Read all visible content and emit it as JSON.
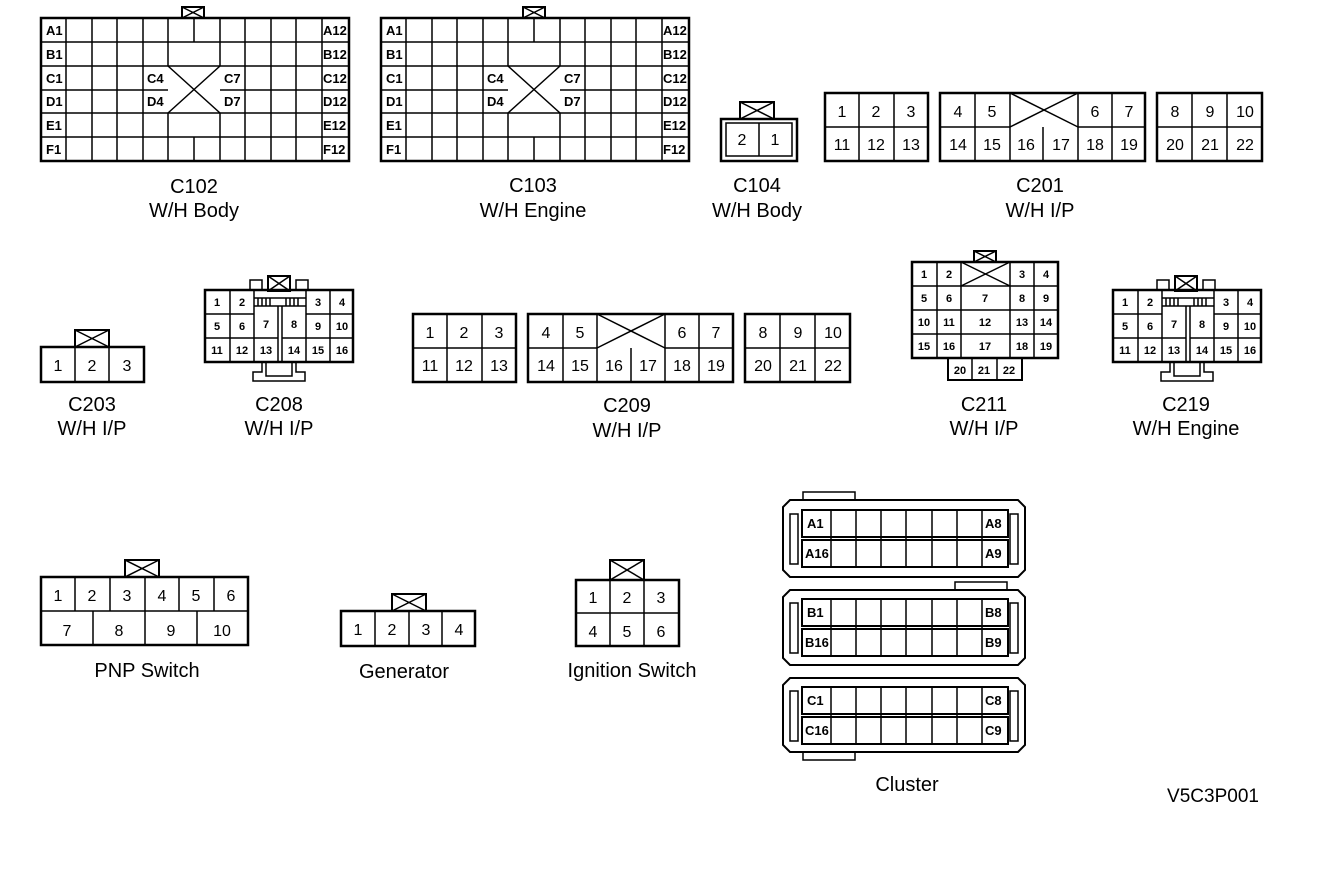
{
  "connectors": {
    "c102": {
      "id": "C102",
      "desc": "W/H Body",
      "pins": {
        "a1": "A1",
        "b1": "B1",
        "c1": "C1",
        "d1": "D1",
        "e1": "E1",
        "f1": "F1",
        "a12": "A12",
        "b12": "B12",
        "c12": "C12",
        "d12": "D12",
        "e12": "E12",
        "f12": "F12",
        "c4": "C4",
        "d4": "D4",
        "c7": "C7",
        "d7": "D7"
      }
    },
    "c103": {
      "id": "C103",
      "desc": "W/H Engine",
      "pins": {
        "a1": "A1",
        "b1": "B1",
        "c1": "C1",
        "d1": "D1",
        "e1": "E1",
        "f1": "F1",
        "a12": "A12",
        "b12": "B12",
        "c12": "C12",
        "d12": "D12",
        "e12": "E12",
        "f12": "F12",
        "c4": "C4",
        "d4": "D4",
        "c7": "C7",
        "d7": "D7"
      }
    },
    "c104": {
      "id": "C104",
      "desc": "W/H Body",
      "pins": [
        "2",
        "1"
      ]
    },
    "c201": {
      "id": "C201",
      "desc": "W/H I/P",
      "pins": [
        "1",
        "2",
        "3",
        "4",
        "5",
        "6",
        "7",
        "8",
        "9",
        "10",
        "11",
        "12",
        "13",
        "14",
        "15",
        "16",
        "17",
        "18",
        "19",
        "20",
        "21",
        "22"
      ]
    },
    "c203": {
      "id": "C203",
      "desc": "W/H I/P",
      "pins": [
        "1",
        "2",
        "3"
      ]
    },
    "c208": {
      "id": "C208",
      "desc": "W/H I/P",
      "pins": [
        "1",
        "2",
        "3",
        "4",
        "5",
        "6",
        "7",
        "8",
        "9",
        "10",
        "11",
        "12",
        "13",
        "14",
        "15",
        "16"
      ]
    },
    "c209": {
      "id": "C209",
      "desc": "W/H I/P",
      "pins": [
        "1",
        "2",
        "3",
        "4",
        "5",
        "6",
        "7",
        "8",
        "9",
        "10",
        "11",
        "12",
        "13",
        "14",
        "15",
        "16",
        "17",
        "18",
        "19",
        "20",
        "21",
        "22"
      ]
    },
    "c211": {
      "id": "C211",
      "desc": "W/H I/P",
      "pins": [
        "1",
        "2",
        "3",
        "4",
        "5",
        "6",
        "7",
        "8",
        "9",
        "10",
        "11",
        "12",
        "13",
        "14",
        "15",
        "16",
        "17",
        "18",
        "19",
        "20",
        "21",
        "22"
      ]
    },
    "c219": {
      "id": "C219",
      "desc": "W/H Engine",
      "pins": [
        "1",
        "2",
        "3",
        "4",
        "5",
        "6",
        "7",
        "8",
        "9",
        "10",
        "11",
        "12",
        "13",
        "14",
        "15",
        "16"
      ]
    },
    "pnp": {
      "desc": "PNP Switch",
      "pins": [
        "1",
        "2",
        "3",
        "4",
        "5",
        "6",
        "7",
        "8",
        "9",
        "10"
      ]
    },
    "generator": {
      "desc": "Generator",
      "pins": [
        "1",
        "2",
        "3",
        "4"
      ]
    },
    "ignition": {
      "desc": "Ignition Switch",
      "pins": [
        "1",
        "2",
        "3",
        "4",
        "5",
        "6"
      ]
    },
    "cluster": {
      "desc": "Cluster",
      "pins": {
        "a1": "A1",
        "a8": "A8",
        "a16": "A16",
        "a9": "A9",
        "b1": "B1",
        "b8": "B8",
        "b16": "B16",
        "b9": "B9",
        "c1": "C1",
        "c8": "C8",
        "c16": "C16",
        "c9": "C9"
      }
    }
  },
  "figure_ref": "V5C3P001"
}
